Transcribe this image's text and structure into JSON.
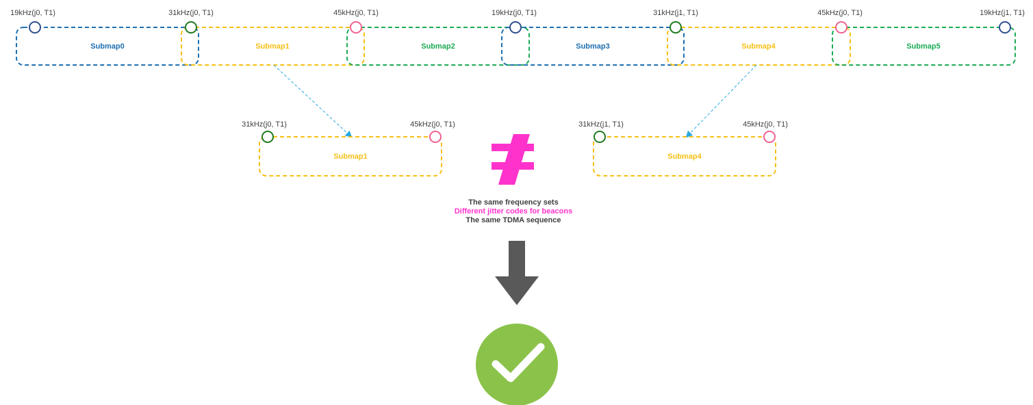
{
  "top_row": {
    "submaps": [
      {
        "name": "Submap0",
        "color": "#1e6fb0"
      },
      {
        "name": "Submap1",
        "color": "#f5c016"
      },
      {
        "name": "Submap2",
        "color": "#1bab55"
      },
      {
        "name": "Submap3",
        "color": "#1e6fb0"
      },
      {
        "name": "Submap4",
        "color": "#f5c016"
      },
      {
        "name": "Submap5",
        "color": "#1bab55"
      }
    ],
    "beacons": [
      {
        "label": "19kHz(j0, T1)",
        "color": "#2f4f8f"
      },
      {
        "label": "31kHz(j0, T1)",
        "color": "#1f7a1f"
      },
      {
        "label": "45kHz(j0, T1)",
        "color": "#f06292"
      },
      {
        "label": "19kHz(j0, T1)",
        "color": "#2f4f8f"
      },
      {
        "label": "31kHz(j1, T1)",
        "color": "#1f7a1f"
      },
      {
        "label": "45kHz(j0, T1)",
        "color": "#f06292"
      },
      {
        "label": "19kHz(j1, T1)",
        "color": "#2f4f8f"
      }
    ]
  },
  "compare": {
    "left": {
      "name": "Submap1",
      "color": "#f5c016",
      "beacon_left": {
        "label": "31kHz(j0, T1)",
        "color": "#1f7a1f"
      },
      "beacon_right": {
        "label": "45kHz(j0, T1)",
        "color": "#f06292"
      }
    },
    "right": {
      "name": "Submap4",
      "color": "#f5c016",
      "beacon_left": {
        "label": "31kHz(j1, T1)",
        "color": "#1f7a1f"
      },
      "beacon_right": {
        "label": "45kHz(j0, T1)",
        "color": "#f06292"
      }
    },
    "symbol_color": "#ff33cc"
  },
  "notes": [
    {
      "text": "The same frequency sets",
      "color": "#404040"
    },
    {
      "text": "Different jitter codes for beacons",
      "color": "#ff33cc"
    },
    {
      "text": "The same TDMA sequence",
      "color": "#404040"
    }
  ],
  "colors": {
    "label_text": "#404040",
    "arrow_dashed": "#29a8e0",
    "big_arrow": "#595959",
    "check_circle": "#8bc34a"
  }
}
